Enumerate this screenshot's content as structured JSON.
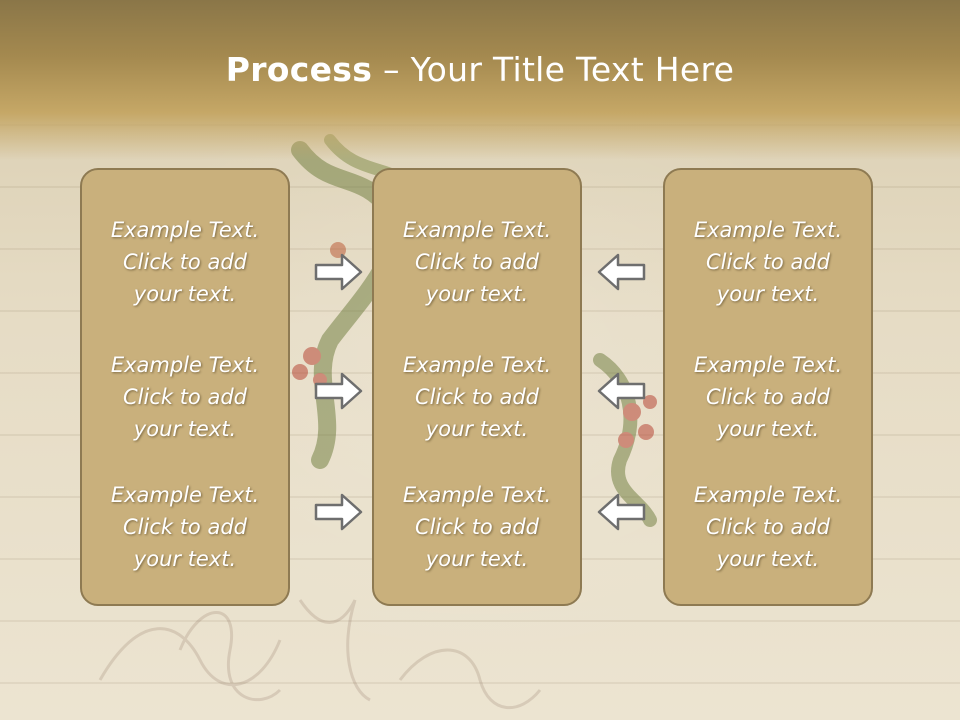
{
  "slide": {
    "title_bold": "Process",
    "title_dash": " – ",
    "title_rest": "Your Title Text Here"
  },
  "columns": [
    {
      "items": [
        {
          "l1": "Example Text.",
          "l2": "Click  to add",
          "l3": "your text."
        },
        {
          "l1": "Example Text.",
          "l2": "Click  to add",
          "l3": "your text."
        },
        {
          "l1": "Example Text.",
          "l2": "Click  to add",
          "l3": "your text."
        }
      ]
    },
    {
      "items": [
        {
          "l1": "Example Text.",
          "l2": "Click  to add",
          "l3": "your text."
        },
        {
          "l1": "Example Text.",
          "l2": "Click  to add",
          "l3": "your text."
        },
        {
          "l1": "Example Text.",
          "l2": "Click  to add",
          "l3": "your text."
        }
      ]
    },
    {
      "items": [
        {
          "l1": "Example Text.",
          "l2": "Click  to add",
          "l3": "your text."
        },
        {
          "l1": "Example Text.",
          "l2": "Click  to add",
          "l3": "your text."
        },
        {
          "l1": "Example Text.",
          "l2": "Click  to add",
          "l3": "your text."
        }
      ]
    }
  ],
  "icons": {
    "right_arrows": [
      "arrow-right-icon",
      "arrow-right-icon",
      "arrow-right-icon"
    ],
    "left_arrows": [
      "arrow-left-icon",
      "arrow-left-icon",
      "arrow-left-icon"
    ]
  },
  "colors": {
    "title_band": "#a4894f",
    "box_fill": "#c9b07c",
    "box_border": "#8e7a52",
    "text": "#ffffff"
  }
}
